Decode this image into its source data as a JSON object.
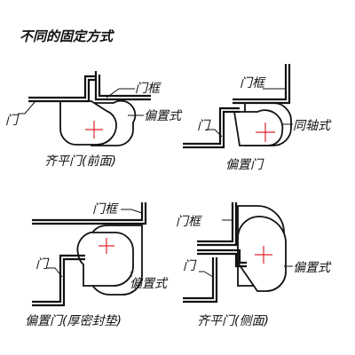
{
  "title": "不同的固定方式",
  "panels": [
    {
      "caption": "齐平门(前面)",
      "labels": {
        "frame": "门框",
        "door": "门",
        "hinge_type": "偏置式"
      }
    },
    {
      "caption": "偏置门",
      "labels": {
        "frame": "门框",
        "door": "门",
        "hinge_type": "同轴式"
      }
    },
    {
      "caption": "偏置门(厚密封垫)",
      "labels": {
        "frame": "门框",
        "door": "门",
        "hinge_type": "偏置式"
      }
    },
    {
      "caption": "齐平门(侧面)",
      "labels": {
        "frame": "门框",
        "door": "门",
        "hinge_type": "偏置式"
      }
    }
  ],
  "colors": {
    "line": "#111111",
    "center_mark": "#e0242c"
  }
}
